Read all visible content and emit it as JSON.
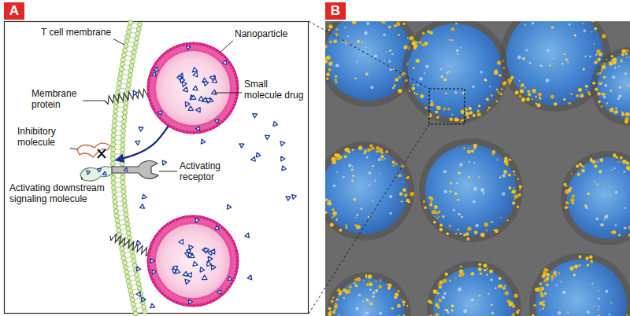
{
  "diagram": {
    "nodes": [
      {
        "text": [
          "A"
        ]
      },
      {
        "text": [
          "B"
        ]
      }
    ],
    "labels": [
      "T cell membrane",
      "Nanoparticle",
      "Small molecule drug",
      "Membrane protein",
      "Inhibitory molecule",
      "Activating receptor",
      "Activating downstream signaling molecule"
    ]
  }
}
